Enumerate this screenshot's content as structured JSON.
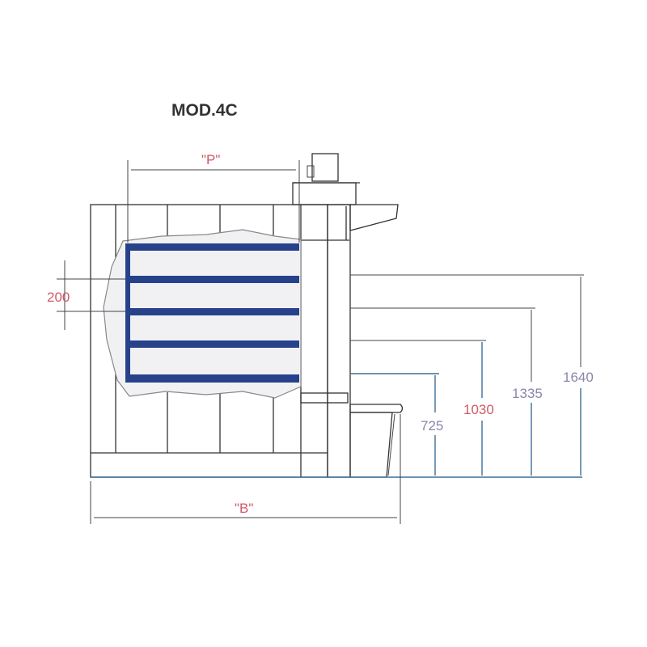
{
  "title": "MOD.4C",
  "dimensions": {
    "width_p": "\"P\"",
    "width_b": "\"B\"",
    "shelf_spacing": "200",
    "h1": "725",
    "h2": "1030",
    "h3": "1335",
    "h4": "1640"
  },
  "colors": {
    "shelf": "#27428a",
    "label_red": "#d05a66",
    "label_violet": "#8a86ad",
    "body": "#e9e9ea"
  }
}
